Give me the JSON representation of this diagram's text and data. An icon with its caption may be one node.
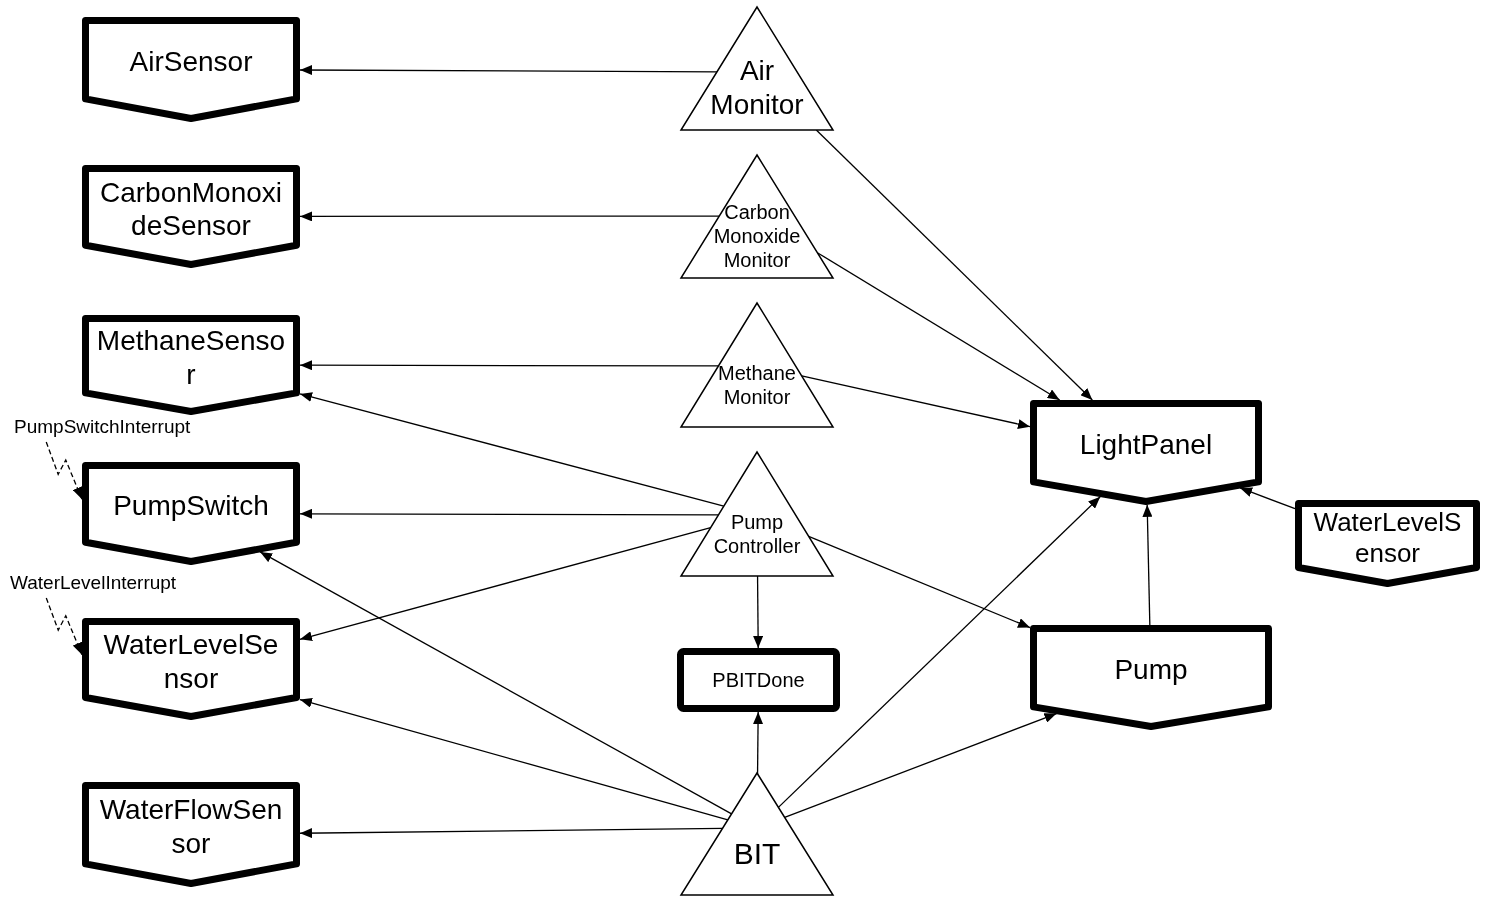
{
  "diagram": {
    "nodes": [
      {
        "text": [
          "AirSensor"
        ]
      },
      {
        "text": [
          "Air Monitor"
        ]
      },
      {
        "text": [
          "CarbonMonoxideSensor"
        ]
      },
      {
        "text": [
          "Carbon Monoxide Monitor"
        ]
      },
      {
        "text": [
          "MethaneSensor"
        ]
      },
      {
        "text": [
          "Methane Monitor"
        ]
      },
      {
        "text": [
          "PumpSwitchInterrupt"
        ]
      },
      {
        "text": [
          "LightPanel"
        ]
      },
      {
        "text": [
          "PumpSwitch"
        ]
      },
      {
        "text": [
          "Pump Controller"
        ]
      },
      {
        "text": [
          "WaterLevelSensor"
        ]
      },
      {
        "text": [
          "WaterLevelInterrupt"
        ]
      },
      {
        "text": [
          "WaterLevelSensor"
        ]
      },
      {
        "text": [
          "PBITDone"
        ]
      },
      {
        "text": [
          "Pump"
        ]
      },
      {
        "text": [
          "WaterFlowSensor"
        ]
      },
      {
        "text": [
          "BIT"
        ]
      }
    ],
    "edges": [
      {
        "from": 1,
        "to": 0,
        "arrow": "to"
      },
      {
        "from": 1,
        "to": 7,
        "arrow": "to"
      },
      {
        "from": 3,
        "to": 2,
        "arrow": "to"
      },
      {
        "from": 3,
        "to": 7,
        "arrow": "to"
      },
      {
        "from": 5,
        "to": 4,
        "arrow": "to"
      },
      {
        "from": 5,
        "to": 7,
        "arrow": "to"
      },
      {
        "from": 9,
        "to": 4,
        "arrow": "to"
      },
      {
        "from": 9,
        "to": 8,
        "arrow": "to"
      },
      {
        "from": 9,
        "to": 12,
        "arrow": "to"
      },
      {
        "from": 9,
        "to": 13,
        "arrow": "to"
      },
      {
        "from": 9,
        "to": 14,
        "arrow": "to"
      },
      {
        "from": 16,
        "to": 13,
        "arrow": "to"
      },
      {
        "from": 16,
        "to": 8,
        "arrow": "to"
      },
      {
        "from": 16,
        "to": 12,
        "arrow": "to"
      },
      {
        "from": 16,
        "to": 15,
        "arrow": "to"
      },
      {
        "from": 16,
        "to": 7,
        "arrow": "to"
      },
      {
        "from": 16,
        "to": 14,
        "arrow": "to"
      },
      {
        "from": 14,
        "to": 7,
        "arrow": "to"
      },
      {
        "from": 10,
        "to": 7,
        "arrow": "to"
      },
      {
        "from": 6,
        "to": 8,
        "arrow": "to",
        "style": "dashed"
      },
      {
        "from": 11,
        "to": 12,
        "arrow": "to",
        "style": "dashed"
      }
    ]
  }
}
